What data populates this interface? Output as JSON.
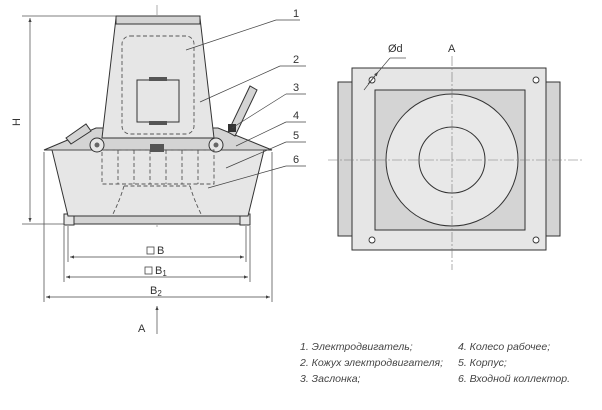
{
  "callouts": [
    "1",
    "2",
    "3",
    "4",
    "5",
    "6"
  ],
  "dimensions": {
    "height": "H",
    "base": "B",
    "base1": "B",
    "base1_sub": "1",
    "base2": "B",
    "base2_sub": "2",
    "hole": "Ød"
  },
  "view_label_bottom": "A",
  "view_label_right": "A",
  "legend": [
    "1. Электродвигатель;",
    "2. Кожух электродвигателя;",
    "3. Заслонка;",
    "4. Колесо рабочее;",
    "5. Корпус;",
    "6. Входной коллектор."
  ]
}
